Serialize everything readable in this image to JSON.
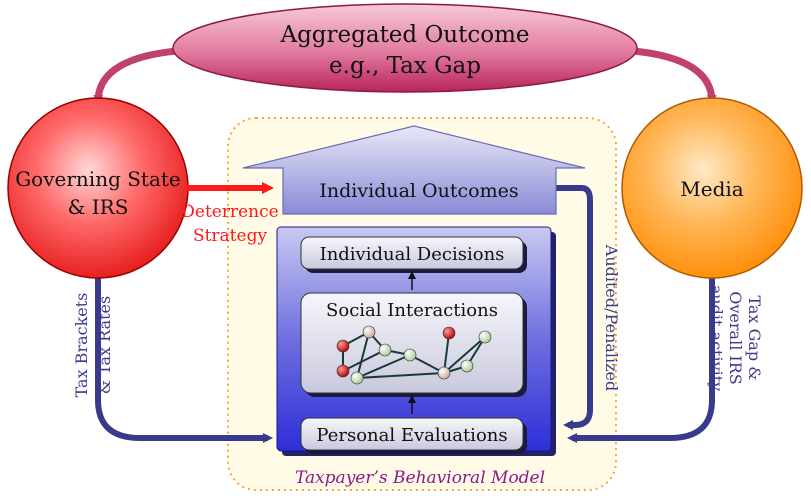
{
  "top_ellipse": {
    "line1": "Aggregated Outcome",
    "line2": "e.g., Tax Gap"
  },
  "left_circle": {
    "line1": "Governing State",
    "line2": "& IRS"
  },
  "right_circle": {
    "label": "Media"
  },
  "outcomes_box": {
    "label": "Individual Outcomes"
  },
  "deterrence": {
    "line1": "Deterrence",
    "line2": "Strategy"
  },
  "audited": {
    "label": "Audited/Penalized"
  },
  "tax_brackets": {
    "line1": "Tax Brackets",
    "line2": "& Tax Rates"
  },
  "media_edge": {
    "line1": "Tax Gap &",
    "line2": "Overall IRS",
    "line3": "audit activity"
  },
  "decisions": {
    "label": "Individual Decisions"
  },
  "social": {
    "label": "Social Interactions"
  },
  "evaluations": {
    "label": "Personal Evaluations"
  },
  "model_caption": {
    "label": "Taxpayer’s Behavioral Model"
  },
  "colors": {
    "accent_pink": "#c0406f",
    "red": "#ff1a1a",
    "navy": "#3a3a8c",
    "orange": "#ff9a1a",
    "purple_text": "#8b1a8b"
  }
}
